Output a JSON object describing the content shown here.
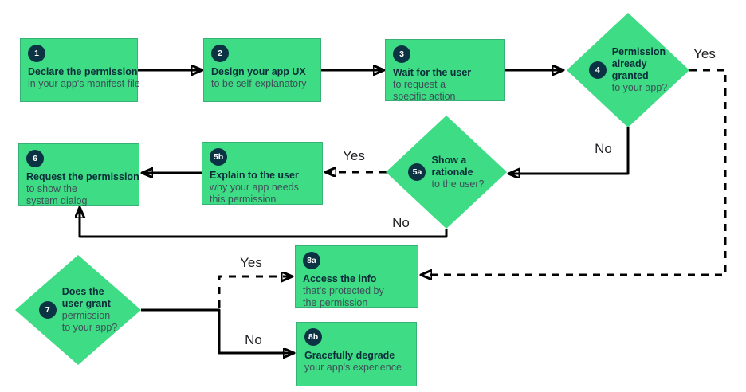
{
  "diagram": {
    "colors": {
      "node_fill": "#3edc85",
      "badge_fill": "#0b3344",
      "badge_text": "#ffffff",
      "title": "#0b2d3a",
      "subtitle": "#3d4f57",
      "line": "#000000",
      "label": "#202124"
    },
    "nodes": {
      "box1": {
        "badge": "1",
        "title": "Declare the permission",
        "subtitle": "in your app's manifest file"
      },
      "box2": {
        "badge": "2",
        "title": "Design your app UX",
        "subtitle": "to be self-explanatory"
      },
      "box3": {
        "badge": "3",
        "title": "Wait for the user",
        "subtitle": "to request a\nspecific action"
      },
      "d4": {
        "badge": "4",
        "title": "Permission\nalready\ngranted",
        "subtitle": "to your app?"
      },
      "box6": {
        "badge": "6",
        "title": "Request the permission",
        "subtitle": "to show the\nsystem dialog"
      },
      "box5b": {
        "badge": "5b",
        "title": "Explain to the user",
        "subtitle": "why your app needs\nthis permission"
      },
      "d5a": {
        "badge": "5a",
        "title": "Show a\nrationale",
        "subtitle": "to the user?"
      },
      "d7": {
        "badge": "7",
        "title": "Does the\nuser grant",
        "subtitle": "permission\nto your app?"
      },
      "box8a": {
        "badge": "8a",
        "title": "Access the info",
        "subtitle": "that's protected by\nthe permission"
      },
      "box8b": {
        "badge": "8b",
        "title": "Gracefully degrade",
        "subtitle": "your app's experience"
      }
    },
    "edge_labels": {
      "d4_yes": "Yes",
      "d4_no": "No",
      "d5a_yes": "Yes",
      "d5a_no": "No",
      "d7_yes": "Yes",
      "d7_no": "No"
    }
  }
}
